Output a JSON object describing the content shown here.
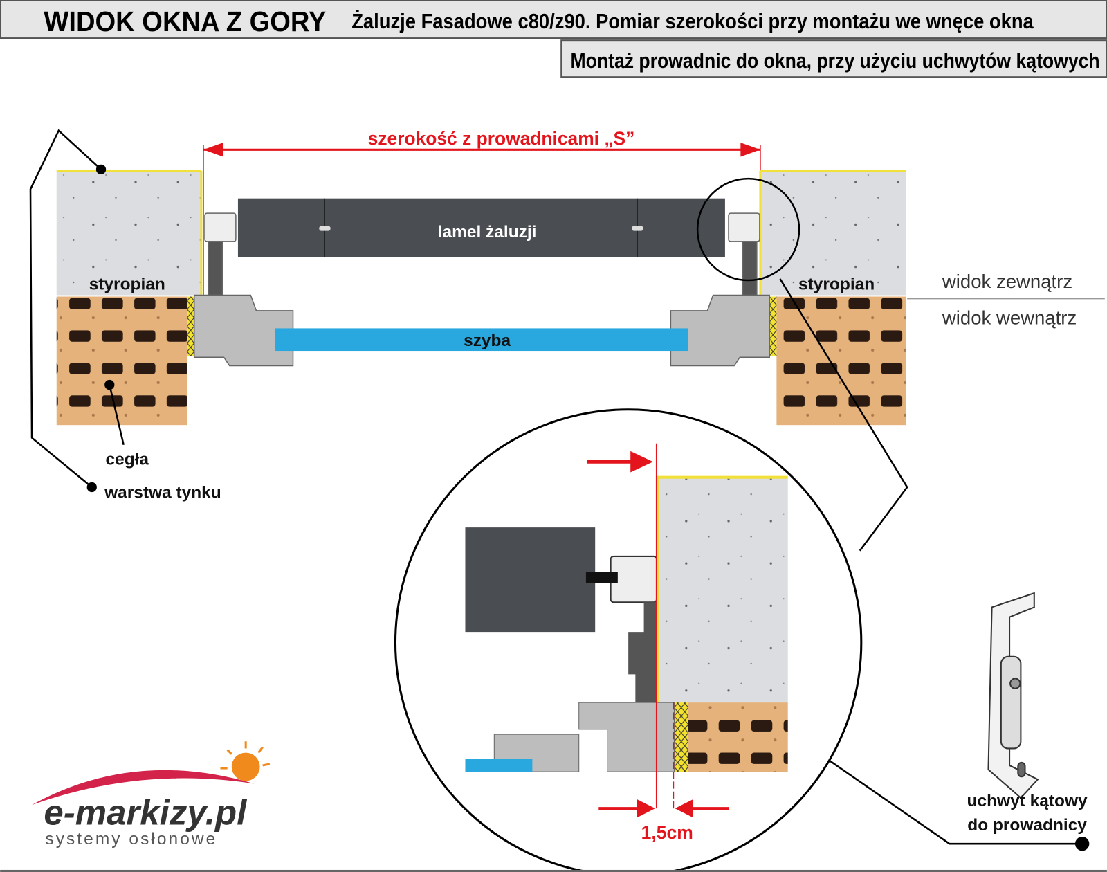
{
  "header": {
    "title": "WIDOK OKNA Z GORY",
    "subtitle": "Żaluzje Fasadowe c80/z90.  Pomiar szerokości przy montażu we wnęce okna",
    "subtitle2": "Montaż prowadnic do okna, przy użyciu uchwytów kątowych"
  },
  "diagram": {
    "dimension_label": "szerokość z prowadnicami „S”",
    "lamel_label": "lamel żaluzji",
    "glass_label": "szyba",
    "styrofoam_left": "styropian",
    "styrofoam_right": "styropian",
    "outside_view": "widok zewnątrz",
    "inside_view": "widok wewnątrz",
    "brick_label": "cegła",
    "plaster_label": "warstwa tynku",
    "gap_label": "1,5cm",
    "bracket_label_1": "uchwyt kątowy",
    "bracket_label_2": "do prowadnicy"
  },
  "logo": {
    "name": "e-markizy.pl",
    "tagline": "systemy osłonowe"
  },
  "colors": {
    "accent_red": "#e3141c",
    "glass_blue": "#29a8e0",
    "brick": "#e4b27a",
    "lamel": "#4a4d52",
    "plaster_yellow": "#f2e03a"
  }
}
